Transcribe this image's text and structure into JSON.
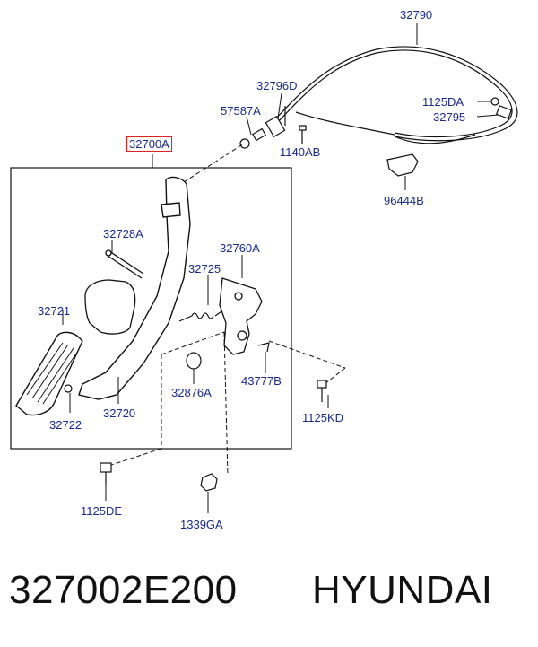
{
  "labels": {
    "l32790": "32790",
    "l32796D": "32796D",
    "l57587A": "57587A",
    "l1125DA": "1125DA",
    "l32795": "32795",
    "l32700A": "32700A",
    "l1140AB": "1140AB",
    "l96444B": "96444B",
    "l32728A": "32728A",
    "l32760A": "32760A",
    "l32725": "32725",
    "l32721": "32721",
    "l32876A": "32876A",
    "l43777B": "43777B",
    "l32722": "32722",
    "l32720": "32720",
    "l1125KD": "1125KD",
    "l1125DE": "1125DE",
    "l1339GA": "1339GA"
  },
  "footer": {
    "part_number": "327002E200",
    "brand": "HYUNDAI"
  },
  "colors": {
    "label_text": "#1a2a8a",
    "highlight_box": "#dd2222",
    "line_art": "#111111"
  }
}
